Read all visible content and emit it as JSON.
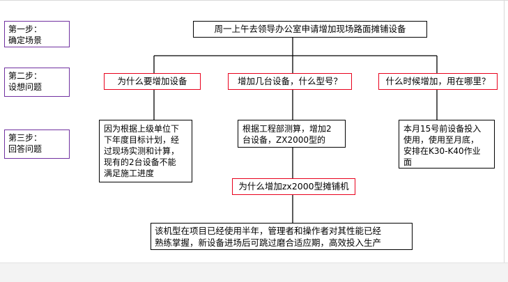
{
  "steps": [
    {
      "text": "第一步：\n确定场景"
    },
    {
      "text": "第二步：\n设想问题"
    },
    {
      "text": "第三步：\n回答问题"
    }
  ],
  "scene": "周一上午去领导办公室申请增加现场路面摊铺设备",
  "questions": [
    "为什么要增加设备",
    "增加几台设备，什么型号？",
    "什么时候增加，用在哪里？"
  ],
  "answers": [
    "因为根据上级单位下\n下年度目标计划，经\n过现场实测和计算，\n现有的2台设备不能\n满足施工进度",
    "根据工程部测算，增加2\n台设备，ZX2000型的",
    "本月15号前设备投入\n使用，使用至月底，\n安排在K30-K40作业\n面"
  ],
  "sub_question": "为什么增加zx2000型摊铺机",
  "sub_answer": "该机型在项目已经使用半年，管理者和操作者对其性能已经\n熟练掌握，新设备进场后可跳过磨合适应期，高效投入生产",
  "colors": {
    "step_border": "#7030a0",
    "question_border": "#e8001c",
    "box_border": "#000000"
  }
}
